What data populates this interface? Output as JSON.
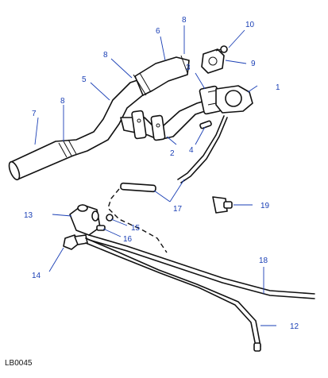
{
  "reference_code": "LB0045",
  "callouts": [
    {
      "id": "1",
      "label": "1"
    },
    {
      "id": "2",
      "label": "2"
    },
    {
      "id": "3",
      "label": "3"
    },
    {
      "id": "4",
      "label": "4"
    },
    {
      "id": "5",
      "label": "5"
    },
    {
      "id": "6",
      "label": "6"
    },
    {
      "id": "7",
      "label": "7"
    },
    {
      "id": "8a",
      "label": "8"
    },
    {
      "id": "8b",
      "label": "8"
    },
    {
      "id": "8c",
      "label": "8"
    },
    {
      "id": "9",
      "label": "9"
    },
    {
      "id": "10",
      "label": "10"
    },
    {
      "id": "12",
      "label": "12"
    },
    {
      "id": "13",
      "label": "13"
    },
    {
      "id": "14",
      "label": "14"
    },
    {
      "id": "15",
      "label": "15"
    },
    {
      "id": "16",
      "label": "16"
    },
    {
      "id": "17",
      "label": "17"
    },
    {
      "id": "18",
      "label": "18"
    },
    {
      "id": "19",
      "label": "19"
    }
  ],
  "colors": {
    "callout": "#1a3fb5",
    "line": "#111111"
  }
}
